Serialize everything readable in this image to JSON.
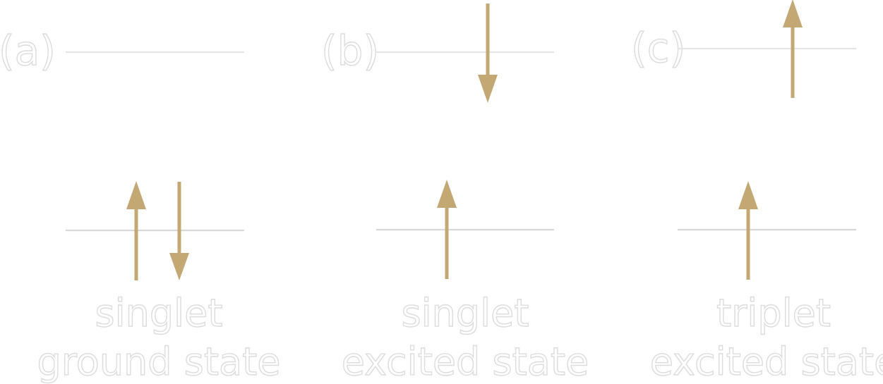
{
  "colors": {
    "arrow": "#c4a874",
    "level_line": "#dcdcdc",
    "label_outline": "#dcdcdc",
    "background": "#ffffff"
  },
  "panels": [
    {
      "label": "(a)",
      "caption_line1": "singlet",
      "caption_line2": "ground state",
      "upper_level_arrows": [],
      "lower_level_arrows": [
        "spin-up",
        "spin-down"
      ]
    },
    {
      "label": "(b)",
      "caption_line1": "singlet",
      "caption_line2": "excited state",
      "upper_level_arrows": [
        "spin-down"
      ],
      "lower_level_arrows": [
        "spin-up"
      ]
    },
    {
      "label": "(c)",
      "caption_line1": "triplet",
      "caption_line2": "excited state",
      "upper_level_arrows": [
        "spin-up"
      ],
      "lower_level_arrows": [
        "spin-up"
      ]
    }
  ]
}
